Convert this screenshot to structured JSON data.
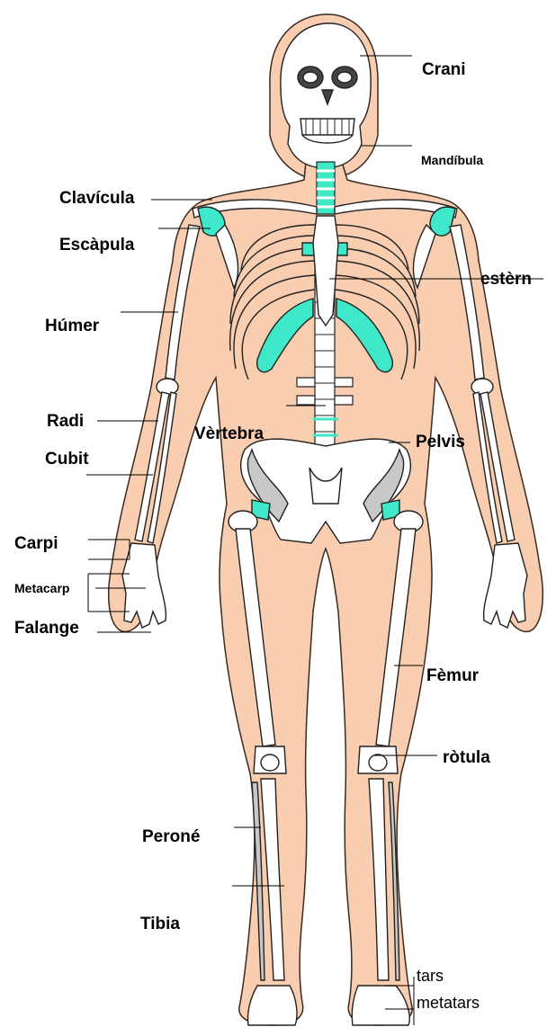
{
  "colors": {
    "skin": "#f8cdb0",
    "bone": "#ffffff",
    "bone_outline": "#222222",
    "cartilage": "#3ee8c8",
    "shade": "#c8c8c8"
  },
  "labels": {
    "crani": "Crani",
    "mandibula": "Mandíbula",
    "clavicula": "Clavícula",
    "escapula": "Escàpula",
    "esterno": "estèrn",
    "humer": "Húmer",
    "radi": "Radi",
    "vertebra": "Vèrtebra",
    "pelvis": "Pelvis",
    "cubit": "Cubit",
    "carpi": "Carpi",
    "metacarp": "Metacarp",
    "falange": "Falange",
    "femur": "Fèmur",
    "rotula": "ròtula",
    "perone": "Peroné",
    "tibia": "Tibia",
    "tars": "tars",
    "metatars": "metatars"
  }
}
